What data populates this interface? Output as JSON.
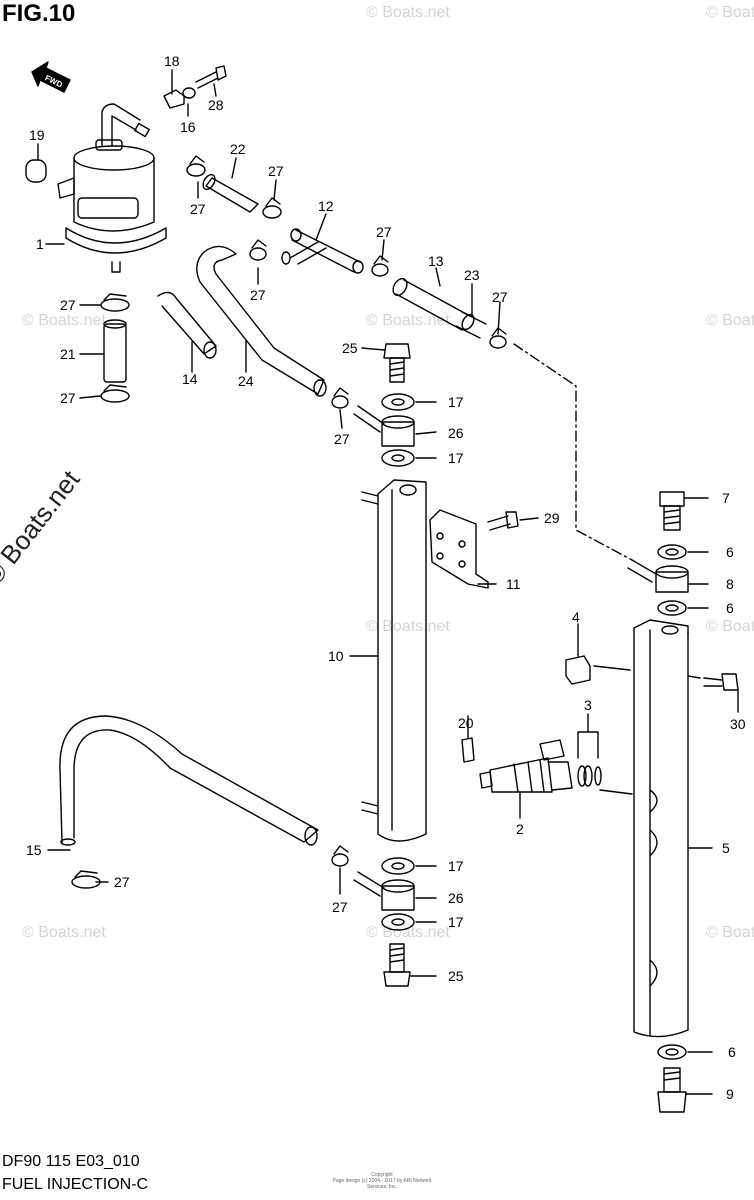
{
  "figure": {
    "title": "FIG.10"
  },
  "footer": {
    "model_code": "DF90 115 E03_010",
    "section_name": "FUEL INJECTION-C"
  },
  "copyright": {
    "line1": "Copyright",
    "line2": "Page design (c) 2004 - 2017 by ARI Network Services, Inc."
  },
  "watermark": {
    "text": "© Boats.net",
    "faded_text": "© Boats.net"
  },
  "direction_arrow": {
    "text": "FWD"
  },
  "callouts": [
    {
      "id": "c18",
      "text": "18"
    },
    {
      "id": "c28",
      "text": "28"
    },
    {
      "id": "c16",
      "text": "16"
    },
    {
      "id": "c19",
      "text": "19"
    },
    {
      "id": "c22",
      "text": "22"
    },
    {
      "id": "c27a",
      "text": "27"
    },
    {
      "id": "c27b",
      "text": "27"
    },
    {
      "id": "c1",
      "text": "1"
    },
    {
      "id": "c12",
      "text": "12"
    },
    {
      "id": "c27c",
      "text": "27"
    },
    {
      "id": "c27d",
      "text": "27"
    },
    {
      "id": "c13",
      "text": "13"
    },
    {
      "id": "c23",
      "text": "23"
    },
    {
      "id": "c27e",
      "text": "27"
    },
    {
      "id": "c27f",
      "text": "27"
    },
    {
      "id": "c21",
      "text": "21"
    },
    {
      "id": "c27g",
      "text": "27"
    },
    {
      "id": "c14",
      "text": "14"
    },
    {
      "id": "c24",
      "text": "24"
    },
    {
      "id": "c25a",
      "text": "25"
    },
    {
      "id": "c17a",
      "text": "17"
    },
    {
      "id": "c26a",
      "text": "26"
    },
    {
      "id": "c27h",
      "text": "27"
    },
    {
      "id": "c17b",
      "text": "17"
    },
    {
      "id": "c29",
      "text": "29"
    },
    {
      "id": "c7",
      "text": "7"
    },
    {
      "id": "c6a",
      "text": "6"
    },
    {
      "id": "c8",
      "text": "8"
    },
    {
      "id": "c11",
      "text": "11"
    },
    {
      "id": "c6b",
      "text": "6"
    },
    {
      "id": "c4",
      "text": "4"
    },
    {
      "id": "c10",
      "text": "10"
    },
    {
      "id": "c30",
      "text": "30"
    },
    {
      "id": "c20",
      "text": "20"
    },
    {
      "id": "c3",
      "text": "3"
    },
    {
      "id": "c2",
      "text": "2"
    },
    {
      "id": "c5",
      "text": "5"
    },
    {
      "id": "c15",
      "text": "15"
    },
    {
      "id": "c27i",
      "text": "27"
    },
    {
      "id": "c17c",
      "text": "17"
    },
    {
      "id": "c26b",
      "text": "26"
    },
    {
      "id": "c27j",
      "text": "27"
    },
    {
      "id": "c17d",
      "text": "17"
    },
    {
      "id": "c25b",
      "text": "25"
    },
    {
      "id": "c6c",
      "text": "6"
    },
    {
      "id": "c9",
      "text": "9"
    }
  ]
}
